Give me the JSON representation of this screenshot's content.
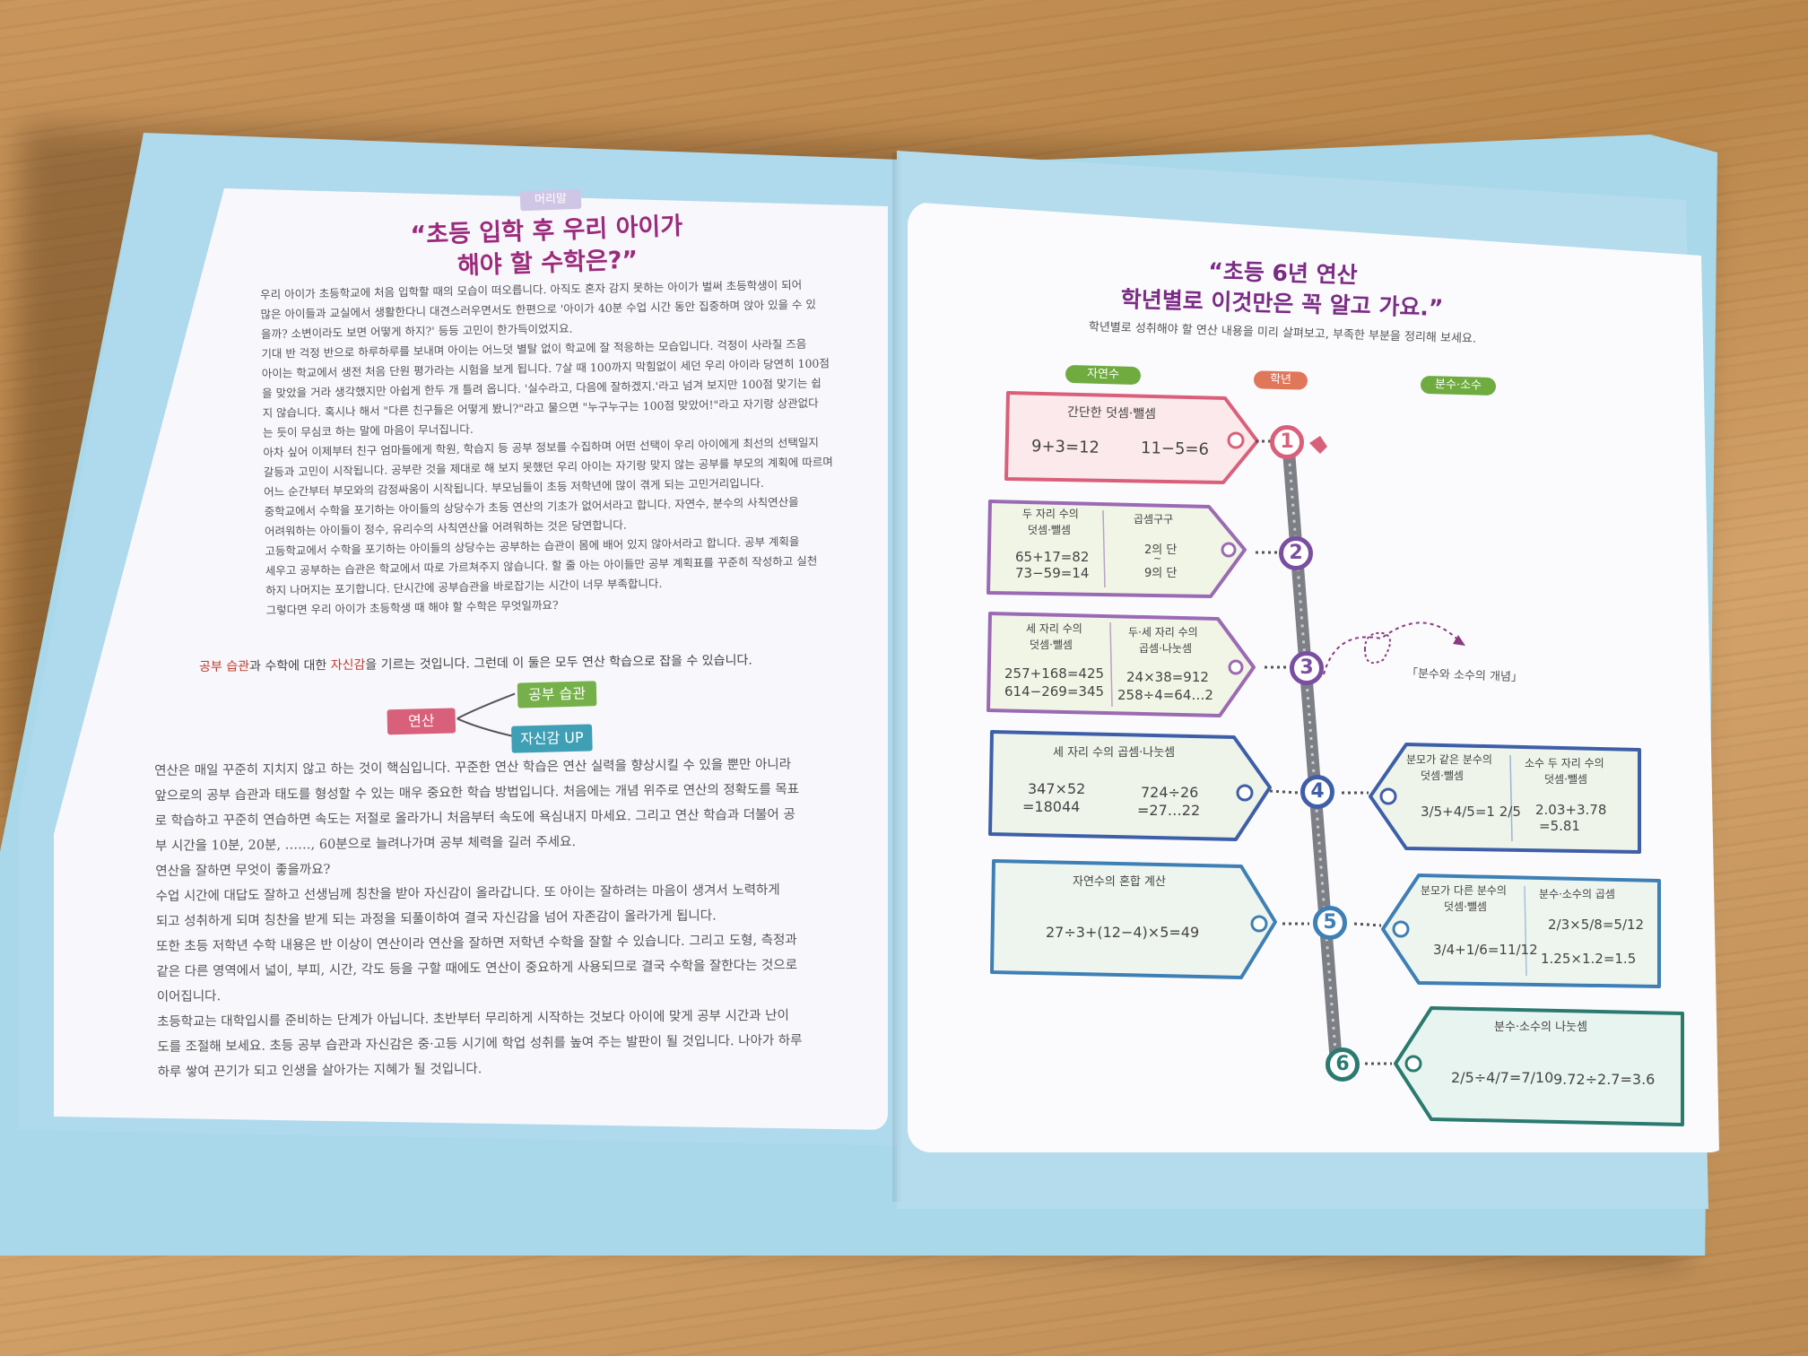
{
  "left": {
    "tag": "머리말",
    "title_lines": [
      "“초등 입학 후 우리 아이가",
      "해야 할 수학은?”"
    ],
    "paragraph1": [
      "우리 아이가 초등학교에 처음 입학할 때의 모습이 떠오릅니다. 아직도 혼자 감지 못하는 아이가 벌써 초등학생이 되어",
      "많은 아이들과 교실에서 생활한다니 대견스러우면서도 한편으로 '아이가 40분 수업 시간 동안 집중하며 앉아 있을 수 있",
      "을까? 소변이라도 보면 어떻게 하지?' 등등 고민이 한가득이었지요.",
      "기대 반 걱정 반으로 하루하루를 보내며 아이는 어느덧 별탈 없이 학교에 잘 적응하는 모습입니다. 걱정이 사라질 즈음",
      "아이는 학교에서 생전 처음 단원 평가라는 시험을 보게 됩니다. 7살 때 100까지 막힘없이 세던 우리 아이라 당연히 100점",
      "을 맞았을 거라 생각했지만 아쉽게 한두 개 틀려 옵니다. '실수라고, 다음에 잘하겠지.'라고 넘겨 보지만 100점 맞기는 쉽",
      "지 않습니다. 혹시나 해서 \"다른 친구들은 어떻게 봤니?\"라고 물으면 \"누구누구는 100점 맞았어!\"라고 자기랑 상관없다",
      "는 듯이 무심코 하는 말에 마음이 무너집니다.",
      "아차 싶어 이제부터 친구 엄마들에게 학원, 학습지 등 공부 정보를 수집하며 어떤 선택이 우리 아이에게 최선의 선택일지",
      "갈등과 고민이 시작됩니다. 공부란 것을 제대로 해 보지 못했던 우리 아이는 자기랑 맞지 않는 공부를 부모의 계획에 따르며",
      "어느 순간부터 부모와의 감정싸움이 시작됩니다. 부모님들이 초등 저학년에 많이 겪게 되는 고민거리입니다.",
      "중학교에서 수학을 포기하는 아이들의 상당수가 초등 연산의 기초가 없어서라고 합니다. 자연수, 분수의 사칙연산을",
      "어려워하는 아이들이 정수, 유리수의 사칙연산을 어려워하는 것은 당연합니다.",
      "고등학교에서 수학을 포기하는 아이들의 상당수는 공부하는 습관이 몸에 배어 있지 않아서라고 합니다. 공부 계획을",
      "세우고 공부하는 습관은 학교에서 따로 가르쳐주지 않습니다. 할 줄 아는 아이들만 공부 계획표를 꾸준히 작성하고 실천",
      "하지 나머지는 포기합니다. 단시간에 공부습관을 바로잡기는 시간이 너무 부족합니다.",
      "그렇다면 우리 아이가 초등학생 때 해야 할 수학은 무엇일까요?"
    ],
    "key_sentence": {
      "hl1": "공부 습관",
      "mid1": "과 수학에 대한 ",
      "hl2": "자신감",
      "rest": "을 기르는 것입니다. 그런데 이 둘은 모두 연산 학습으로 잡을 수 있습니다."
    },
    "diagram": {
      "source": "연산",
      "target1": "공부 습관",
      "target2": "자신감 UP"
    },
    "paragraph2": [
      "연산은 매일 꾸준히 지치지 않고 하는 것이 핵심입니다. 꾸준한 연산 학습은 연산 실력을 향상시킬 수 있을 뿐만 아니라",
      "앞으로의 공부 습관과 태도를 형성할 수 있는 매우 중요한 학습 방법입니다. 처음에는 개념 위주로 연산의 정확도를 목표",
      "로 학습하고 꾸준히 연습하면 속도는 저절로 올라가니 처음부터 속도에 욕심내지 마세요. 그리고 연산 학습과 더불어 공",
      "부 시간을 10분, 20분, ……, 60분으로 늘려나가며 공부 체력을 길러 주세요.",
      "연산을 잘하면 무엇이 좋을까요?",
      "수업 시간에 대답도 잘하고 선생님께 칭찬을 받아 자신감이 올라갑니다. 또 아이는 잘하려는 마음이 생겨서 노력하게",
      "되고 성취하게 되며 칭찬을 받게 되는 과정을 되풀이하여 결국 자신감을 넘어 자존감이 올라가게 됩니다.",
      "또한 초등 저학년 수학 내용은 반 이상이 연산이라 연산을 잘하면 저학년 수학을 잘할 수 있습니다. 그리고 도형, 측정과",
      "같은 다른 영역에서 넓이, 부피, 시간, 각도 등을 구할 때에도 연산이 중요하게 사용되므로 결국 수학을 잘한다는 것으로",
      "이어집니다.",
      "초등학교는 대학입시를 준비하는 단계가 아닙니다. 초반부터 무리하게 시작하는 것보다 아이에 맞게 공부 시간과 난이",
      "도를 조절해 보세요. 초등 공부 습관과 자신감은 중·고등 시기에 학업 성취를 높여 주는 발판이 될 것입니다. 나아가 하루",
      "하루 쌓여 끈기가 되고 인생을 살아가는 지혜가 될 것입니다."
    ]
  },
  "right": {
    "title_lines": [
      "“초등 6년 연산",
      "학년별로 이것만은 꼭 알고 가요.”"
    ],
    "subtitle": "학년별로 성취해야 할 연산 내용을 미리 살펴보고, 부족한 부분을 정리해 보세요.",
    "col_labels": {
      "natural": "자연수",
      "grade": "학년",
      "fraction": "분수·소수"
    },
    "note": "「분수와 소수의 개념」",
    "grades": [
      "1",
      "2",
      "3",
      "4",
      "5",
      "6"
    ],
    "tags": {
      "g1": {
        "title": "간단한 덧셈·뺄셈",
        "a": "9+3=12",
        "b": "11−5=6"
      },
      "g2": {
        "h1a": "두 자리 수의",
        "h1b": "덧셈·뺄셈",
        "h2": "곱셈구구",
        "a1": "65+17=82",
        "a2": "73−59=14",
        "b1": "2의 단",
        "b2": "~",
        "b3": "9의 단"
      },
      "g3": {
        "h1a": "세 자리 수의",
        "h1b": "덧셈·뺄셈",
        "h2a": "두·세 자리 수의",
        "h2b": "곱셈·나눗셈",
        "a1": "257+168=425",
        "a2": "614−269=345",
        "b1": "24×38=912",
        "b2": "258÷4=64…2"
      },
      "g4L": {
        "title": "세 자리 수의 곱셈·나눗셈",
        "a1": "347×52",
        "a2": "=18044",
        "b1": "724÷26",
        "b2": "=27…22"
      },
      "g4R": {
        "h1a": "분모가 같은 분수의",
        "h1b": "덧셈·뺄셈",
        "h2a": "소수 두 자리 수의",
        "h2b": "덧셈·뺄셈",
        "a": "3/5+4/5=1 2/5",
        "b1": "2.03+3.78",
        "b2": "=5.81"
      },
      "g5L": {
        "title": "자연수의 혼합 계산",
        "a": "27÷3+(12−4)×5=49"
      },
      "g5R": {
        "h1a": "분모가 다른 분수의",
        "h1b": "덧셈·뺄셈",
        "h2": "분수·소수의 곱셈",
        "a": "3/4+1/6=11/12",
        "b1": "2/3×5/8=5/12",
        "b2": "1.25×1.2=1.5"
      },
      "g6R": {
        "title": "분수·소수의 나눗셈",
        "a": "2/5÷4/7=7/10",
        "b": "9.72÷2.7=3.6"
      }
    },
    "colors": {
      "pink": "#d9607a",
      "purple": "#7a4ea0",
      "blue": "#3e5fa8",
      "teal": "#2a7a70",
      "green": "#6fab3f",
      "orange": "#e0765a"
    }
  }
}
